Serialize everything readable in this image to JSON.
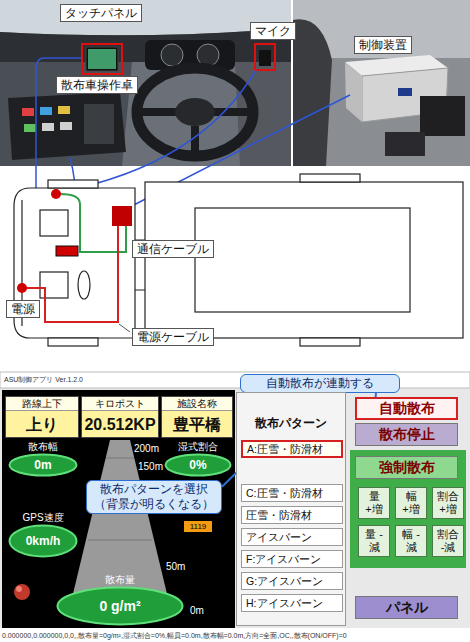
{
  "diagram": {
    "nodes": [
      {
        "text": [
          "タッチパネル"
        ]
      },
      {
        "text": [
          "マイク"
        ]
      },
      {
        "text": [
          "制御装置"
        ]
      },
      {
        "text": [
          "散布車操作卓"
        ]
      },
      {
        "text": [
          "通信ケーブル"
        ]
      },
      {
        "text": [
          "電源"
        ]
      },
      {
        "text": [
          "電源ケーブル"
        ]
      },
      {
        "text": [
          "自動散布が連動する"
        ]
      },
      {
        "text": [
          "路線上下",
          "上り"
        ]
      },
      {
        "text": [
          "キロポスト",
          "20.512KP"
        ]
      },
      {
        "text": [
          "施設名称",
          "豊平橋"
        ]
      },
      {
        "text": [
          "散布幅",
          "0m"
        ]
      },
      {
        "text": [
          "湿式割合",
          "0%"
        ]
      },
      {
        "text": [
          "GPS速度",
          "0km/h"
        ]
      },
      {
        "text": [
          "1119"
        ]
      },
      {
        "text": [
          "散布量",
          "0 g/m²"
        ]
      },
      {
        "text": [
          "散布パターン"
        ]
      },
      {
        "text": [
          "A:圧雪・防滑材"
        ],
        "in": 16
      },
      {
        "text": [
          "C:圧雪・防滑材"
        ],
        "in": 16
      },
      {
        "text": [
          "圧雪・防滑材"
        ],
        "in": 16
      },
      {
        "text": [
          "アイスバーン"
        ],
        "in": 16
      },
      {
        "text": [
          "F:アイスバーン"
        ],
        "in": 16
      },
      {
        "text": [
          "G:アイスバーン"
        ],
        "in": 16
      },
      {
        "text": [
          "H:アイスバーン"
        ],
        "in": 16
      },
      {
        "text": [
          "散布パターンを選択 （背景が明るくなる）"
        ]
      },
      {
        "text": [
          "自動散布"
        ]
      },
      {
        "text": [
          "散布停止"
        ]
      },
      {
        "text": [
          "強制散布"
        ]
      },
      {
        "text": [
          "量 +増"
        ]
      },
      {
        "text": [
          "幅 +増"
        ]
      },
      {
        "text": [
          "割合 +増"
        ]
      },
      {
        "text": [
          "量 -減"
        ]
      },
      {
        "text": [
          "幅 -減"
        ]
      },
      {
        "text": [
          "割合 -減"
        ]
      },
      {
        "text": [
          "パネル"
        ]
      }
    ],
    "edges": [
      {
        "from": 7,
        "to": 25,
        "arrow": "none"
      },
      {
        "from": 24,
        "to": 17,
        "arrow": "none"
      }
    ],
    "labels": [
      "ASU制御アプリ Ver.1.2.0",
      "200m",
      "150m",
      "50m",
      "0m",
      "0.000000,0.000000,0,0,,散布量=0g/m²,湿式割合=0%,幅員=0.0m,散布幅=0.0m,方向=全面,OC,,散布(ON/OFF)=0"
    ]
  }
}
